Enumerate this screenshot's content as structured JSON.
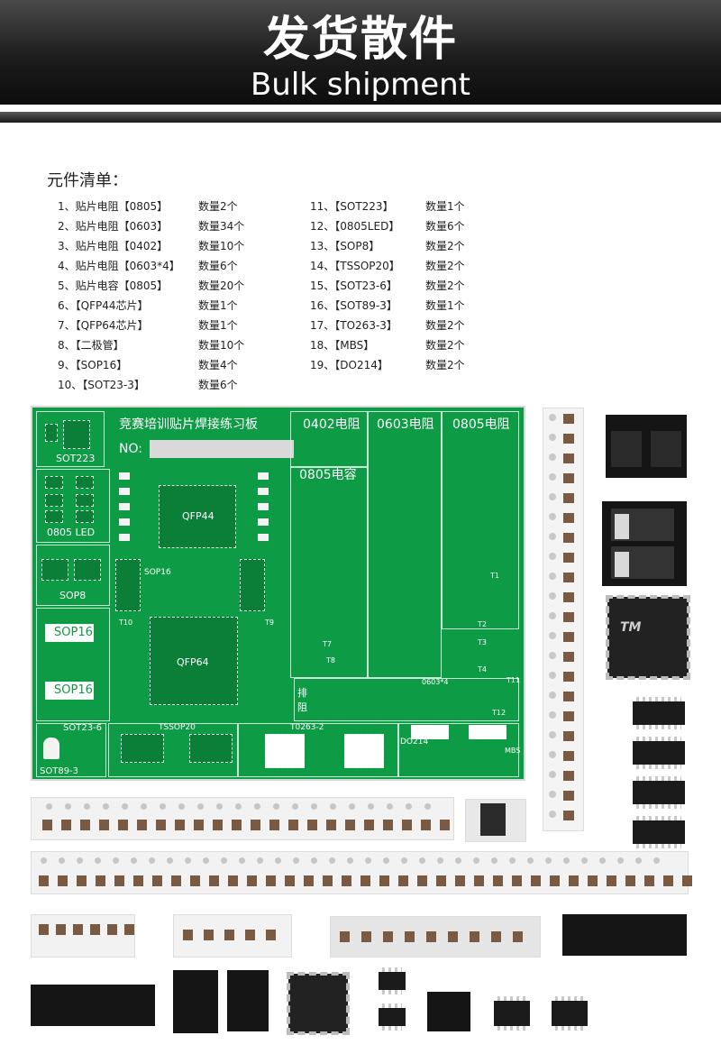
{
  "header": {
    "title_cn": "发货散件",
    "title_en": "Bulk shipment"
  },
  "list_title": "元件清单：",
  "parts_left": [
    {
      "name": "1、贴片电阻【0805】",
      "qty": "数量2个"
    },
    {
      "name": "2、贴片电阻【0603】",
      "qty": "数量34个"
    },
    {
      "name": "3、贴片电阻【0402】",
      "qty": "数量10个"
    },
    {
      "name": "4、贴片电阻【0603*4】",
      "qty": "数量6个"
    },
    {
      "name": "5、贴片电容【0805】",
      "qty": "数量20个"
    },
    {
      "name": "6、【QFP44芯片】",
      "qty": "数量1个"
    },
    {
      "name": "7、【QFP64芯片】",
      "qty": "数量1个"
    },
    {
      "name": "8、【二极管】",
      "qty": "数量10个"
    },
    {
      "name": "9、【SOP16】",
      "qty": "数量4个"
    },
    {
      "name": "10、【SOT23-3】",
      "qty": "数量6个"
    }
  ],
  "parts_right": [
    {
      "name": "11、【SOT223】",
      "qty": "数量1个"
    },
    {
      "name": "12、【0805LED】",
      "qty": "数量6个"
    },
    {
      "name": "13、【SOP8】",
      "qty": "数量2个"
    },
    {
      "name": "14、【TSSOP20】",
      "qty": "数量2个"
    },
    {
      "name": "15、【SOT23-6】",
      "qty": "数量2个"
    },
    {
      "name": "16、【SOT89-3】",
      "qty": "数量1个"
    },
    {
      "name": "17、【TO263-3】",
      "qty": "数量2个"
    },
    {
      "name": "18、【MBS】",
      "qty": "数量2个"
    },
    {
      "name": "19、【DO214】",
      "qty": "数量2个"
    }
  ],
  "pcb": {
    "board_title": "竞赛培训贴片焊接练习板",
    "no_label": "NO:",
    "sot223": "SOT223",
    "r0402": "0402电阻",
    "r0603": "0603电阻",
    "r0805": "0805电阻",
    "c0805": "0805电容",
    "qfp44": "QFP44",
    "qfp64": "QFP64",
    "led": "0805  LED",
    "sop8": "SOP8",
    "sop16a": "SOP16",
    "sop16b": "SOP16",
    "sop16_small": "SOP16",
    "pai": "排",
    "zu": "阻",
    "r0603x4": "0603*4",
    "sot23_6": "SOT23-6",
    "tssop20": "TSSOP20",
    "to263": "T0263-2",
    "do214": "DO214",
    "mbs": "MBS",
    "sot89": "SOT89-3",
    "t10": "T10",
    "t9": "T9",
    "t7": "T7",
    "t8": "T8",
    "t1": "T1",
    "t2": "T2",
    "t3": "T3",
    "t4": "T4",
    "t11": "T11",
    "t12": "T12"
  },
  "photos": {
    "qfp_logo": "TM"
  }
}
